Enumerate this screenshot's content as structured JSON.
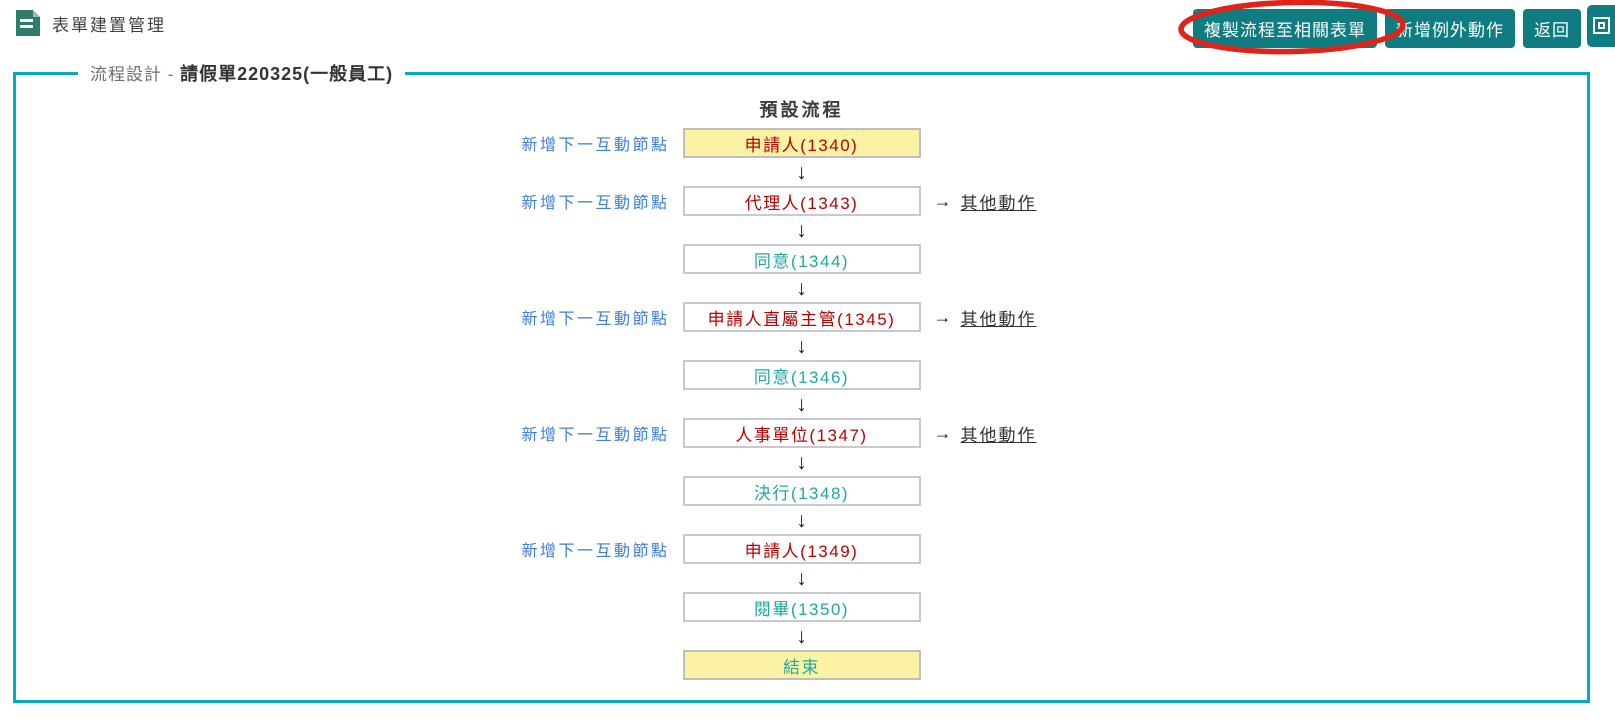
{
  "header": {
    "title": "表單建置管理",
    "buttons": [
      {
        "label": "複製流程至相關表單",
        "annotated": true
      },
      {
        "label": "新增例外動作",
        "annotated": false
      },
      {
        "label": "返回",
        "annotated": false
      }
    ]
  },
  "panel": {
    "legend_prefix": "流程設計 - ",
    "legend_title": "請假單220325(一般員工)",
    "flow_title": "預設流程",
    "add_node_label": "新增下一互動節點",
    "other_action_label": "其他動作",
    "other_action_arrow": "→",
    "down_arrow": "↓",
    "nodes": [
      {
        "label": "申請人(1340)",
        "color": "red",
        "bg": "yellow",
        "add_link": true,
        "other_action": false
      },
      {
        "label": "代理人(1343)",
        "color": "red",
        "bg": "white",
        "add_link": true,
        "other_action": true
      },
      {
        "label": "同意(1344)",
        "color": "teal",
        "bg": "white",
        "add_link": false,
        "other_action": false
      },
      {
        "label": "申請人直屬主管(1345)",
        "color": "red",
        "bg": "white",
        "add_link": true,
        "other_action": true
      },
      {
        "label": "同意(1346)",
        "color": "teal",
        "bg": "white",
        "add_link": false,
        "other_action": false
      },
      {
        "label": "人事單位(1347)",
        "color": "red",
        "bg": "white",
        "add_link": true,
        "other_action": true
      },
      {
        "label": "決行(1348)",
        "color": "teal",
        "bg": "white",
        "add_link": false,
        "other_action": false
      },
      {
        "label": "申請人(1349)",
        "color": "red",
        "bg": "white",
        "add_link": true,
        "other_action": false
      },
      {
        "label": "閱畢(1350)",
        "color": "teal",
        "bg": "white",
        "add_link": false,
        "other_action": false
      },
      {
        "label": "結束",
        "color": "teal",
        "bg": "yellow",
        "add_link": false,
        "other_action": false
      }
    ]
  },
  "colors": {
    "button_teal": "#0e7c80",
    "panel_border_teal": "#00aeba",
    "icon_green": "#2e7d6b",
    "node_red_text": "#c00000",
    "node_teal_text": "#21a8a2",
    "node_yellow_bg": "#faf3a3",
    "link_blue": "#3d7ede",
    "annotation_red": "#e02318"
  }
}
